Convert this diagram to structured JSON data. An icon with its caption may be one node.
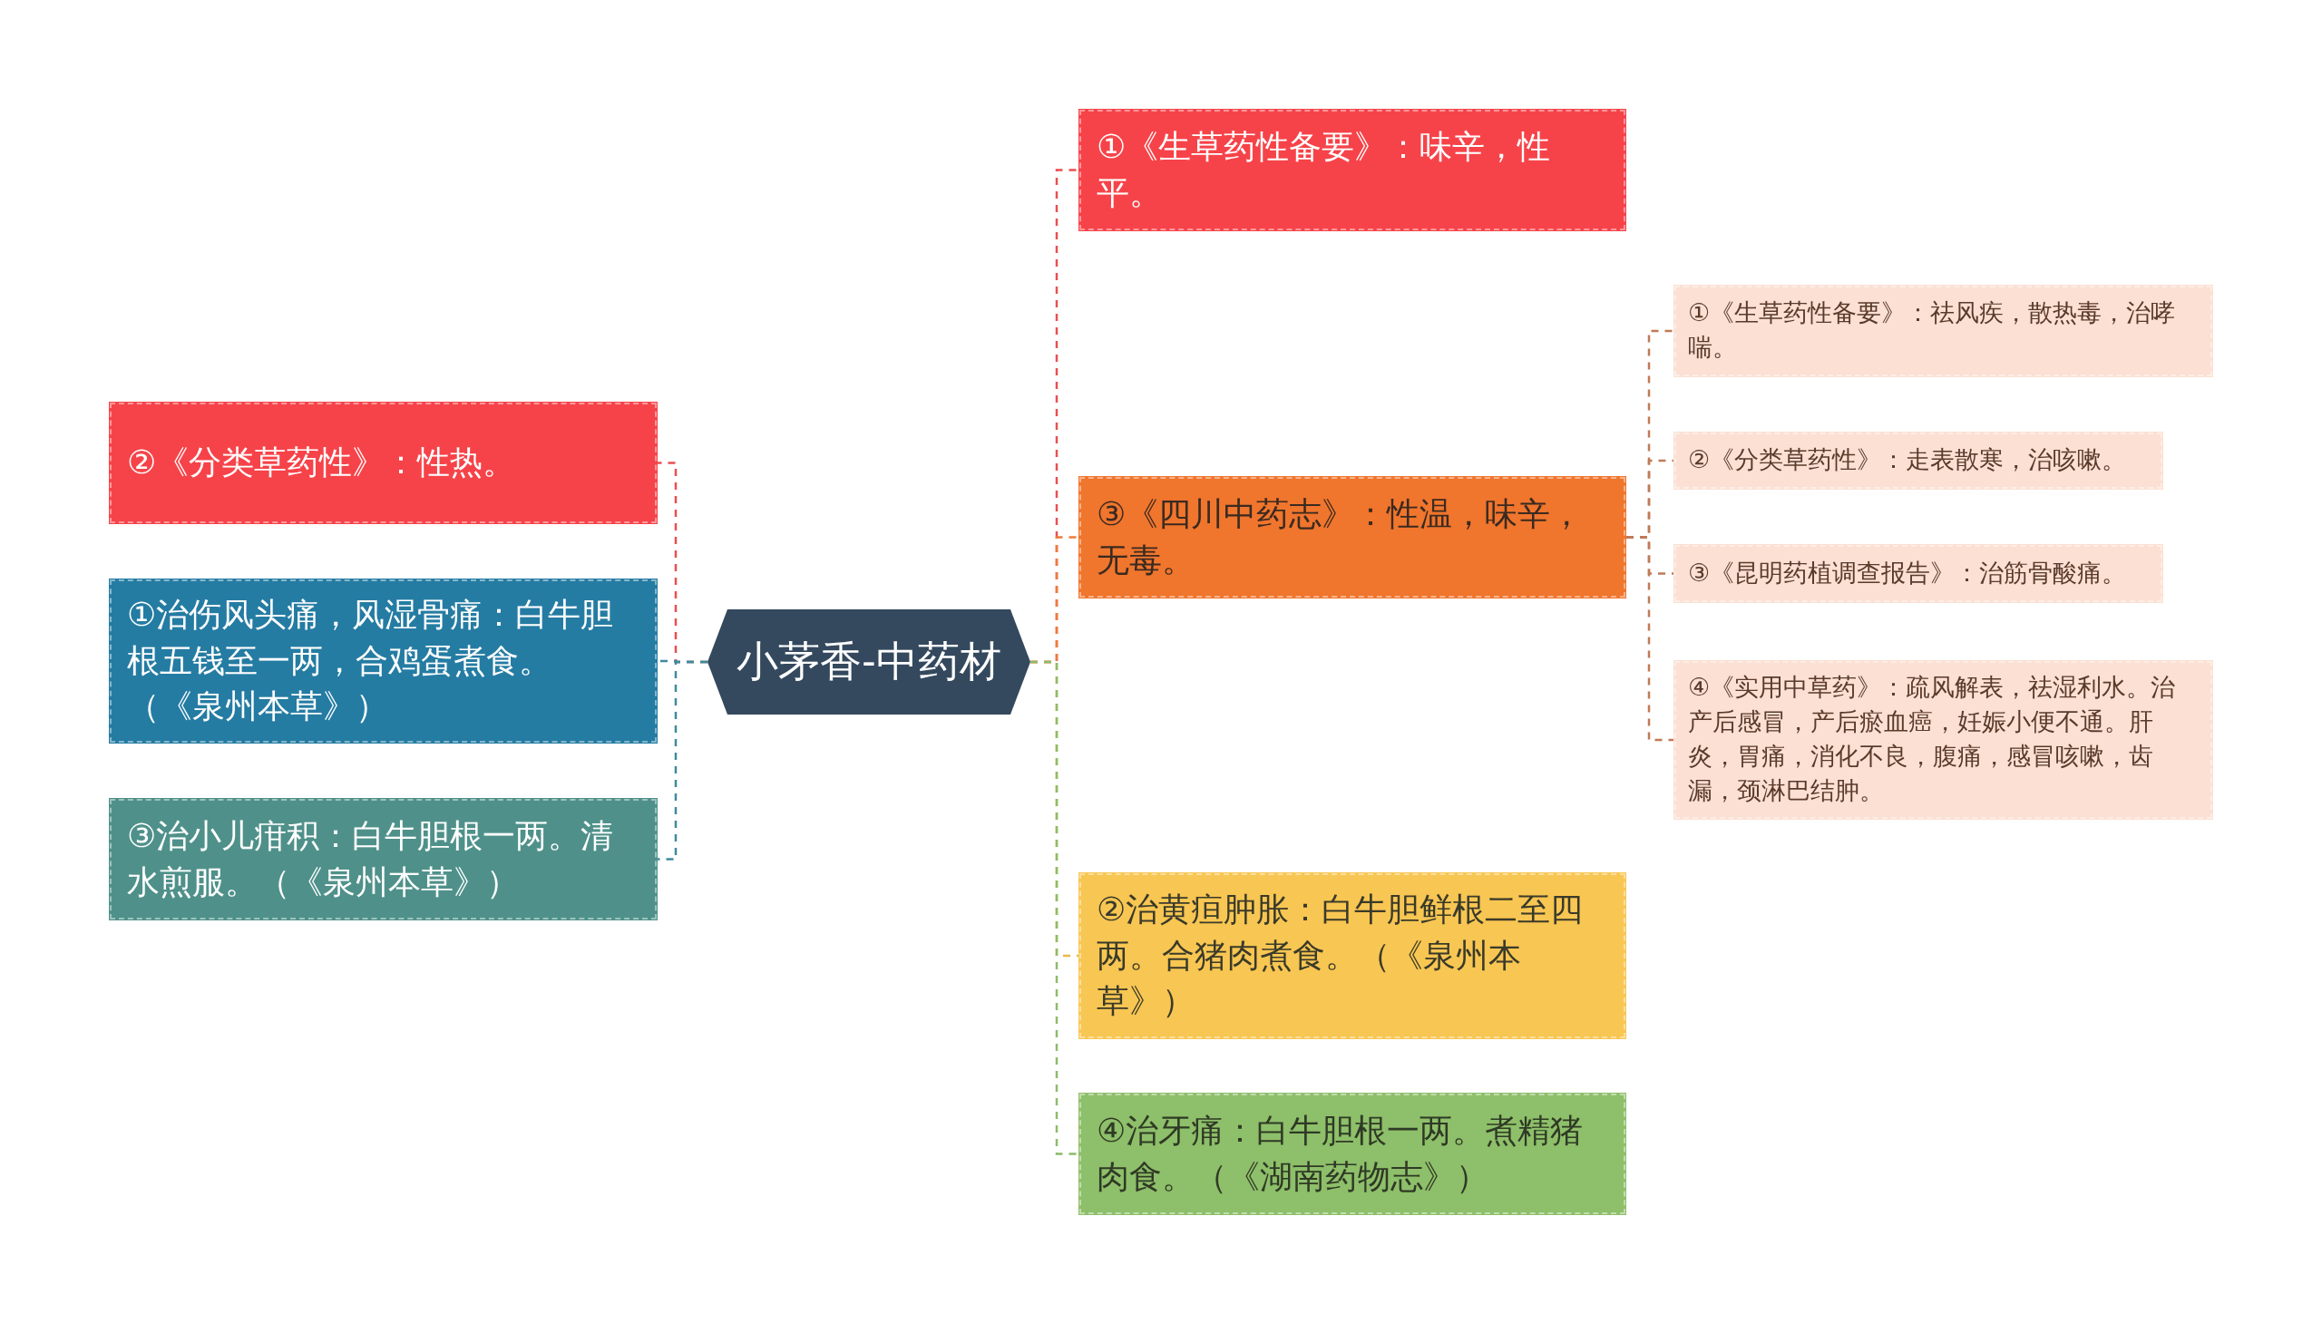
{
  "diagram": {
    "nodes": [
      {
        "text": [
          "小茅香-中药材"
        ]
      },
      {
        "text": [
          "②《分类草药性》：性热。"
        ]
      },
      {
        "text": [
          "①治伤风头痛，风湿骨痛：白牛胆根五钱至一两，合鸡蛋煮食。（《泉州本草》）"
        ]
      },
      {
        "text": [
          "③治小儿疳积：白牛胆根一两。清水煎服。（《泉州本草》）"
        ]
      },
      {
        "text": [
          "①《生草药性备要》：味辛，性平。"
        ]
      },
      {
        "text": [
          "③《四川中药志》：性温，味辛，无毒。"
        ]
      },
      {
        "text": [
          "①《生草药性备要》：祛风疾，散热毒，治哮喘。"
        ]
      },
      {
        "text": [
          "②《分类草药性》：走表散寒，治咳嗽。"
        ]
      },
      {
        "text": [
          "③《昆明药植调查报告》：治筋骨酸痛。"
        ]
      },
      {
        "text": [
          "④《实用中草药》：疏风解表，祛湿利水。治产后感冒，产后瘀血癌，妊娠小便不通。肝炎，胃痛，消化不良，腹痛，感冒咳嗽，齿漏，颈淋巴结肿。"
        ]
      },
      {
        "text": [
          "②治黄疸肿胀：白牛胆鲜根二至四两。合猪肉煮食。（《泉州本草》）"
        ]
      },
      {
        "text": [
          "④治牙痛：白牛胆根一两。煮精猪肉食。（《湖南药物志》）"
        ]
      }
    ],
    "edges": [
      {
        "from": 0,
        "to": 1,
        "arrow": "none",
        "color": "#e94f4f"
      },
      {
        "from": 0,
        "to": 2,
        "arrow": "none",
        "color": "#3f8a9c"
      },
      {
        "from": 0,
        "to": 3,
        "arrow": "none",
        "color": "#3f8a9c"
      },
      {
        "from": 0,
        "to": 4,
        "arrow": "none",
        "color": "#e94f4f"
      },
      {
        "from": 0,
        "to": 5,
        "arrow": "none",
        "color": "#ef7a3a"
      },
      {
        "from": 5,
        "to": 6,
        "arrow": "none",
        "color": "#c07a55"
      },
      {
        "from": 5,
        "to": 7,
        "arrow": "none",
        "color": "#c07a55"
      },
      {
        "from": 5,
        "to": 8,
        "arrow": "none",
        "color": "#c07a55"
      },
      {
        "from": 5,
        "to": 9,
        "arrow": "none",
        "color": "#c07a55"
      },
      {
        "from": 0,
        "to": 10,
        "arrow": "none",
        "color": "#e8b84a"
      },
      {
        "from": 0,
        "to": 11,
        "arrow": "none",
        "color": "#8cbc6a"
      }
    ]
  }
}
